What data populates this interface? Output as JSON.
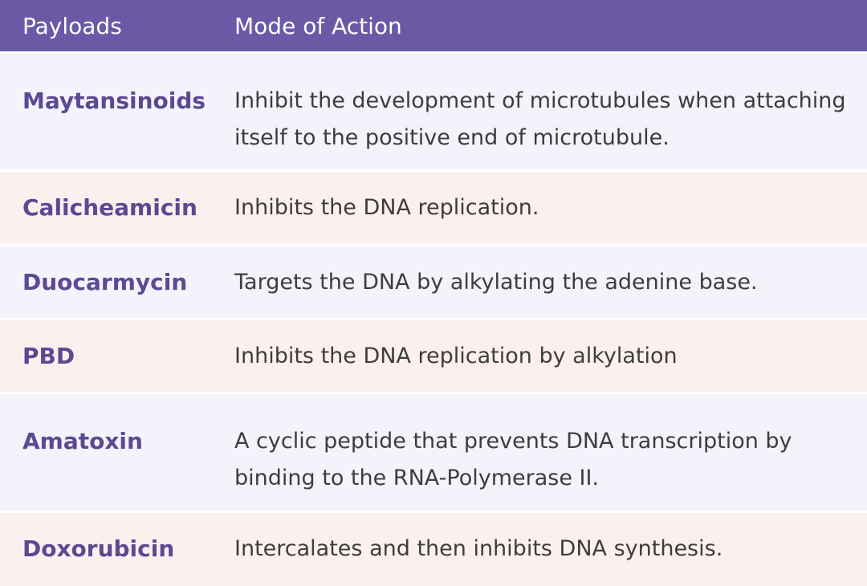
{
  "table": {
    "headers": {
      "payloads": "Payloads",
      "mode_of_action": "Mode of Action"
    },
    "rows": [
      {
        "payload": "Maytansinoids",
        "action": "Inhibit the development of microtubules when attaching itself to the positive end of microtubule."
      },
      {
        "payload": "Calicheamicin",
        "action": "Inhibits the DNA replication."
      },
      {
        "payload": "Duocarmycin",
        "action": "Targets the DNA by alkylating the adenine base."
      },
      {
        "payload": "PBD",
        "action": "Inhibits the DNA replication by alkylation"
      },
      {
        "payload": "Amatoxin",
        "action": "A cyclic peptide that prevents DNA transcription by binding to the RNA-Polymerase II."
      },
      {
        "payload": "Doxorubicin",
        "action": "Intercalates and then inhibits DNA synthesis."
      }
    ]
  },
  "colors": {
    "header_bg": "#6a5aa6",
    "header_text": "#ffffff",
    "payload_text": "#5b4a92",
    "row_odd_bg": "#f4f2fa",
    "row_even_bg": "#fcf0ef"
  }
}
